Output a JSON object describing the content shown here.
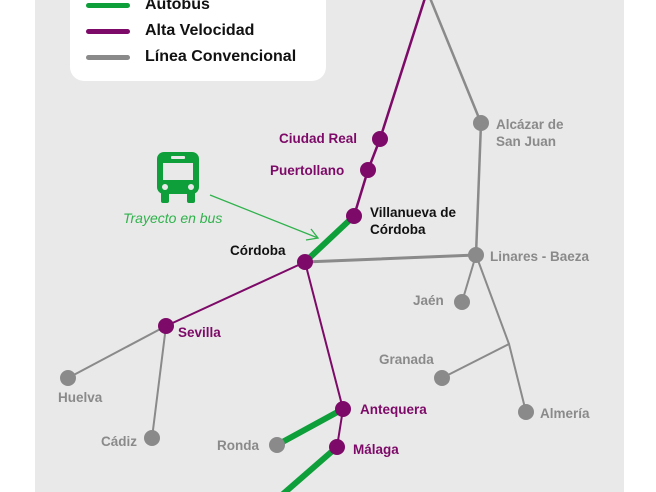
{
  "colors": {
    "bus": "#0e9f3a",
    "high_speed": "#7d0a68",
    "conventional": "#8a8a8a",
    "background": "#e9e9e9"
  },
  "legend": [
    {
      "id": "bus",
      "label": "Autobús"
    },
    {
      "id": "high_speed",
      "label": "Alta Velocidad"
    },
    {
      "id": "conventional",
      "label": "Línea Convencional"
    }
  ],
  "bus_note": {
    "icon": "bus-icon",
    "label": "Trayecto en bus"
  },
  "stations": {
    "ciudad_real": "Ciudad Real",
    "puertollano": "Puertollano",
    "villanueva": "Villanueva de Córdoba",
    "villanueva_l1": "Villanueva de",
    "villanueva_l2": "Córdoba",
    "cordoba": "Córdoba",
    "sevilla": "Sevilla",
    "antequera": "Antequera",
    "malaga": "Málaga",
    "ronda": "Ronda",
    "alcazar_l1": "Alcázar de",
    "alcazar_l2": "San Juan",
    "linares": "Linares - Baeza",
    "jaen": "Jaén",
    "granada": "Granada",
    "almeria": "Almería",
    "huelva": "Huelva",
    "cadiz": "Cádiz"
  }
}
